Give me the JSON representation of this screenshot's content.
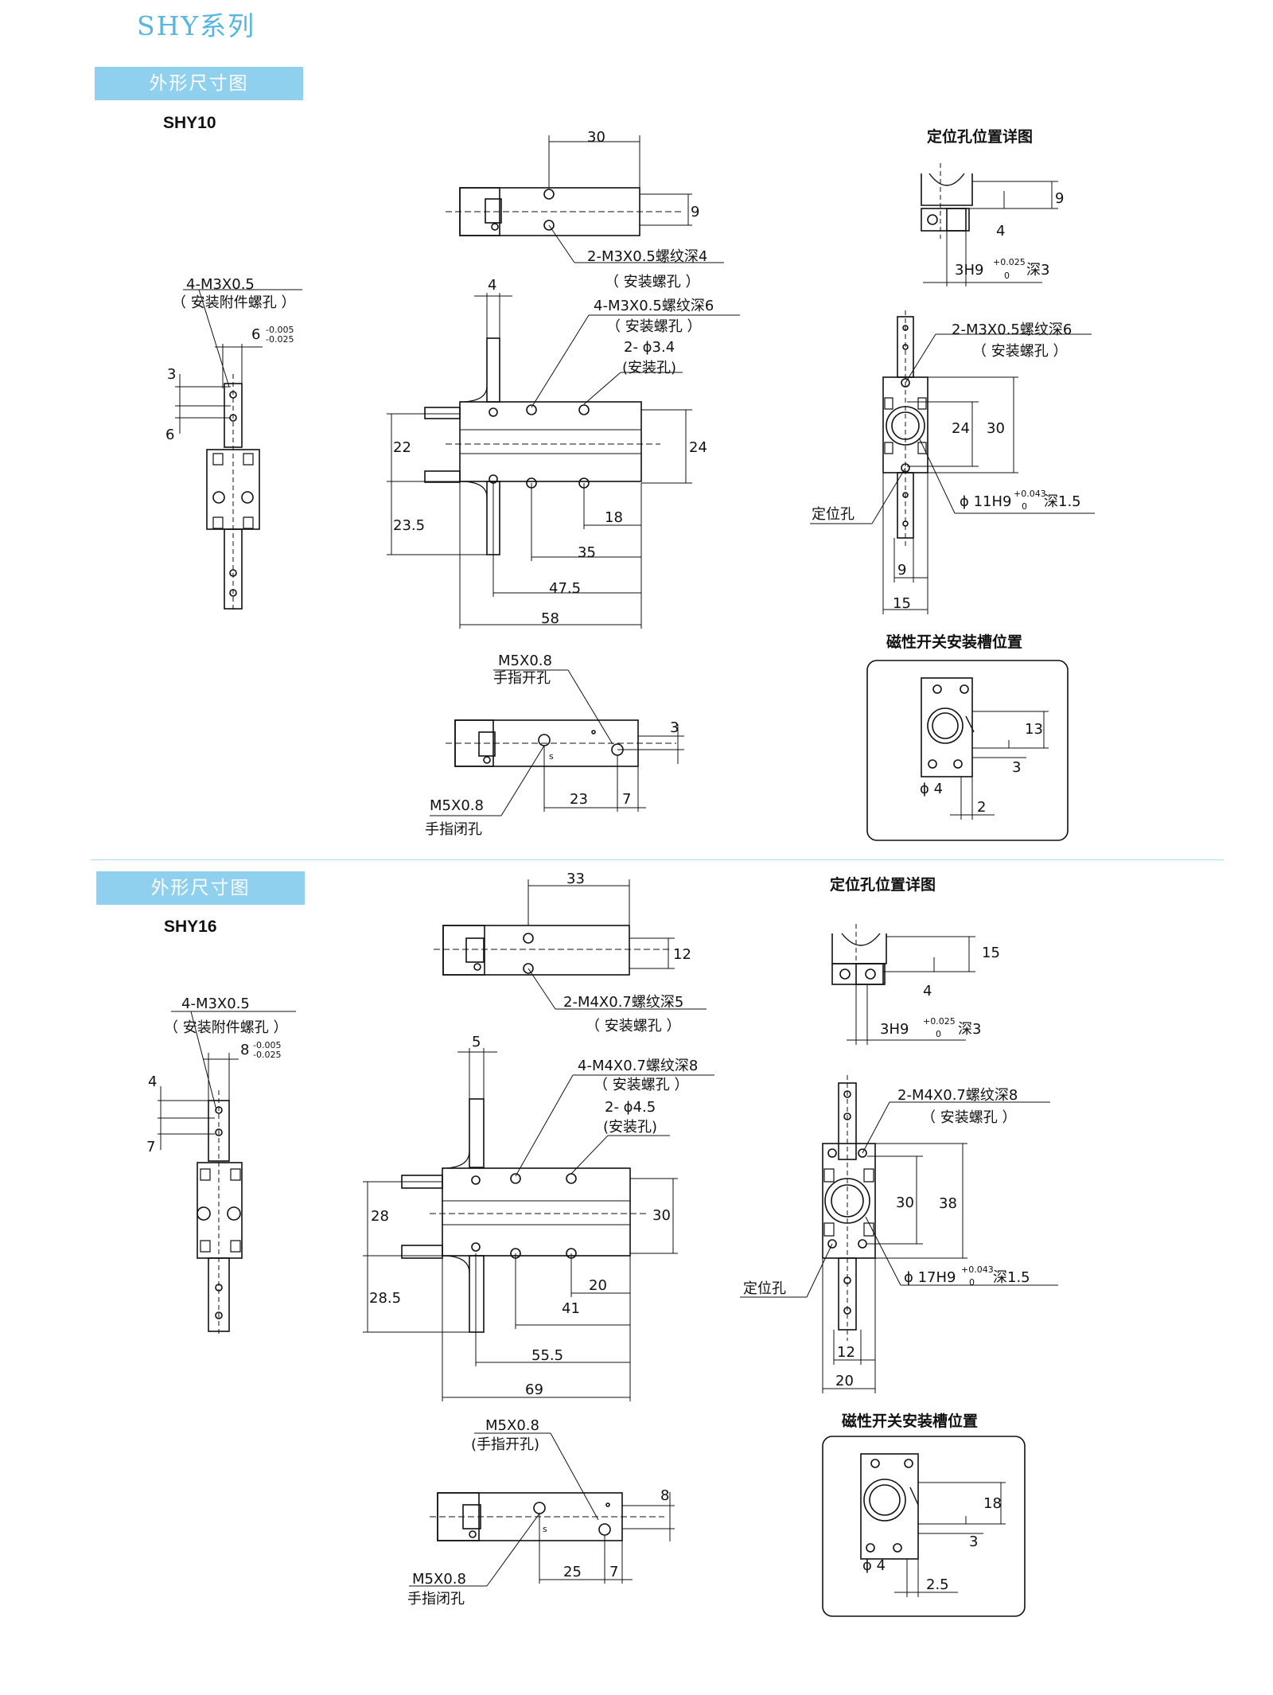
{
  "series_title": "SHY系列",
  "sections": [
    {
      "banner": "外形尺寸图",
      "model": "SHY10",
      "detail_title": "定位孔位置详图",
      "switch_title": "磁性开关安装槽位置",
      "top_view": {
        "dim_width": "30",
        "dim_offset": "9",
        "note_thread": "2-M3X0.5螺纹深4",
        "note_thread_sub": "（ 安装螺孔 ）"
      },
      "side_view": {
        "note_thread": "4-M3X0.5",
        "note_thread_sub": "（ 安装附件螺孔 ）",
        "dim_tol": "6",
        "tol_upper": "-0.005",
        "tol_lower": "-0.025",
        "dim_a": "3",
        "dim_b": "6"
      },
      "front_view": {
        "dim_jaw": "4",
        "note_thread": "4-M3X0.5螺纹深6",
        "note_thread_sub": "（ 安装螺孔 ）",
        "note_hole": "2- ϕ3.4",
        "note_hole_sub": "(安装孔)",
        "dim_22": "22",
        "dim_24": "24",
        "dim_23_5": "23.5",
        "dim_18": "18",
        "dim_35": "35",
        "dim_47_5": "47.5",
        "dim_58": "58"
      },
      "detail_view": {
        "dim_9": "9",
        "dim_4": "4",
        "note_fit": "3H9",
        "fit_upper": "+0.025",
        "fit_lower": "0",
        "fit_depth": "深3"
      },
      "end_view": {
        "note_thread": "2-M3X0.5螺纹深6",
        "note_thread_sub": "（ 安装螺孔 ）",
        "dim_24": "24",
        "dim_30": "30",
        "note_bore": "ϕ 11H9",
        "bore_upper": "+0.043",
        "bore_lower": "0",
        "bore_depth": "深1.5",
        "note_locate": "定位孔",
        "dim_9": "9",
        "dim_15": "15"
      },
      "bottom_view": {
        "note_open": "M5X0.8",
        "note_open_sub": "手指开孔",
        "note_close": "M5X0.8",
        "note_close_sub": "手指闭孔",
        "dim_3": "3",
        "dim_23": "23",
        "dim_7": "7",
        "mark_s": "s"
      },
      "switch_view": {
        "dim_13": "13",
        "dim_3": "3",
        "dim_phi4": "ϕ 4",
        "dim_2": "2"
      }
    },
    {
      "banner": "外形尺寸图",
      "model": "SHY16",
      "detail_title": "定位孔位置详图",
      "switch_title": "磁性开关安装槽位置",
      "top_view": {
        "dim_width": "33",
        "dim_offset": "12",
        "note_thread": "2-M4X0.7螺纹深5",
        "note_thread_sub": "（ 安装螺孔 ）"
      },
      "side_view": {
        "note_thread": "4-M3X0.5",
        "note_thread_sub": "（ 安装附件螺孔 ）",
        "dim_tol": "8",
        "tol_upper": "-0.005",
        "tol_lower": "-0.025",
        "dim_a": "4",
        "dim_b": "7"
      },
      "front_view": {
        "dim_jaw": "5",
        "note_thread": "4-M4X0.7螺纹深8",
        "note_thread_sub": "（ 安装螺孔 ）",
        "note_hole": "2- ϕ4.5",
        "note_hole_sub": "(安装孔)",
        "dim_22": "28",
        "dim_24": "30",
        "dim_23_5": "28.5",
        "dim_18": "20",
        "dim_35": "41",
        "dim_47_5": "55.5",
        "dim_58": "69"
      },
      "detail_view": {
        "dim_9": "15",
        "dim_4": "4",
        "note_fit": "3H9",
        "fit_upper": "+0.025",
        "fit_lower": "0",
        "fit_depth": "深3"
      },
      "end_view": {
        "note_thread": "2-M4X0.7螺纹深8",
        "note_thread_sub": "（ 安装螺孔 ）",
        "dim_24": "30",
        "dim_30": "38",
        "note_bore": "ϕ 17H9",
        "bore_upper": "+0.043",
        "bore_lower": "0",
        "bore_depth": "深1.5",
        "note_locate": "定位孔",
        "dim_9": "12",
        "dim_15": "20"
      },
      "bottom_view": {
        "note_open": "M5X0.8",
        "note_open_sub": "(手指开孔)",
        "note_close": "M5X0.8",
        "note_close_sub": "手指闭孔",
        "dim_3": "8",
        "dim_23": "25",
        "dim_7": "7",
        "mark_s": "s"
      },
      "switch_view": {
        "dim_13": "18",
        "dim_3": "3",
        "dim_phi4": "ϕ 4",
        "dim_2": "2.5"
      }
    }
  ],
  "colors": {
    "accent": "#55b6e0",
    "banner": "#8fd0ef",
    "divider": "#a8dcf1",
    "line": "#111111"
  }
}
